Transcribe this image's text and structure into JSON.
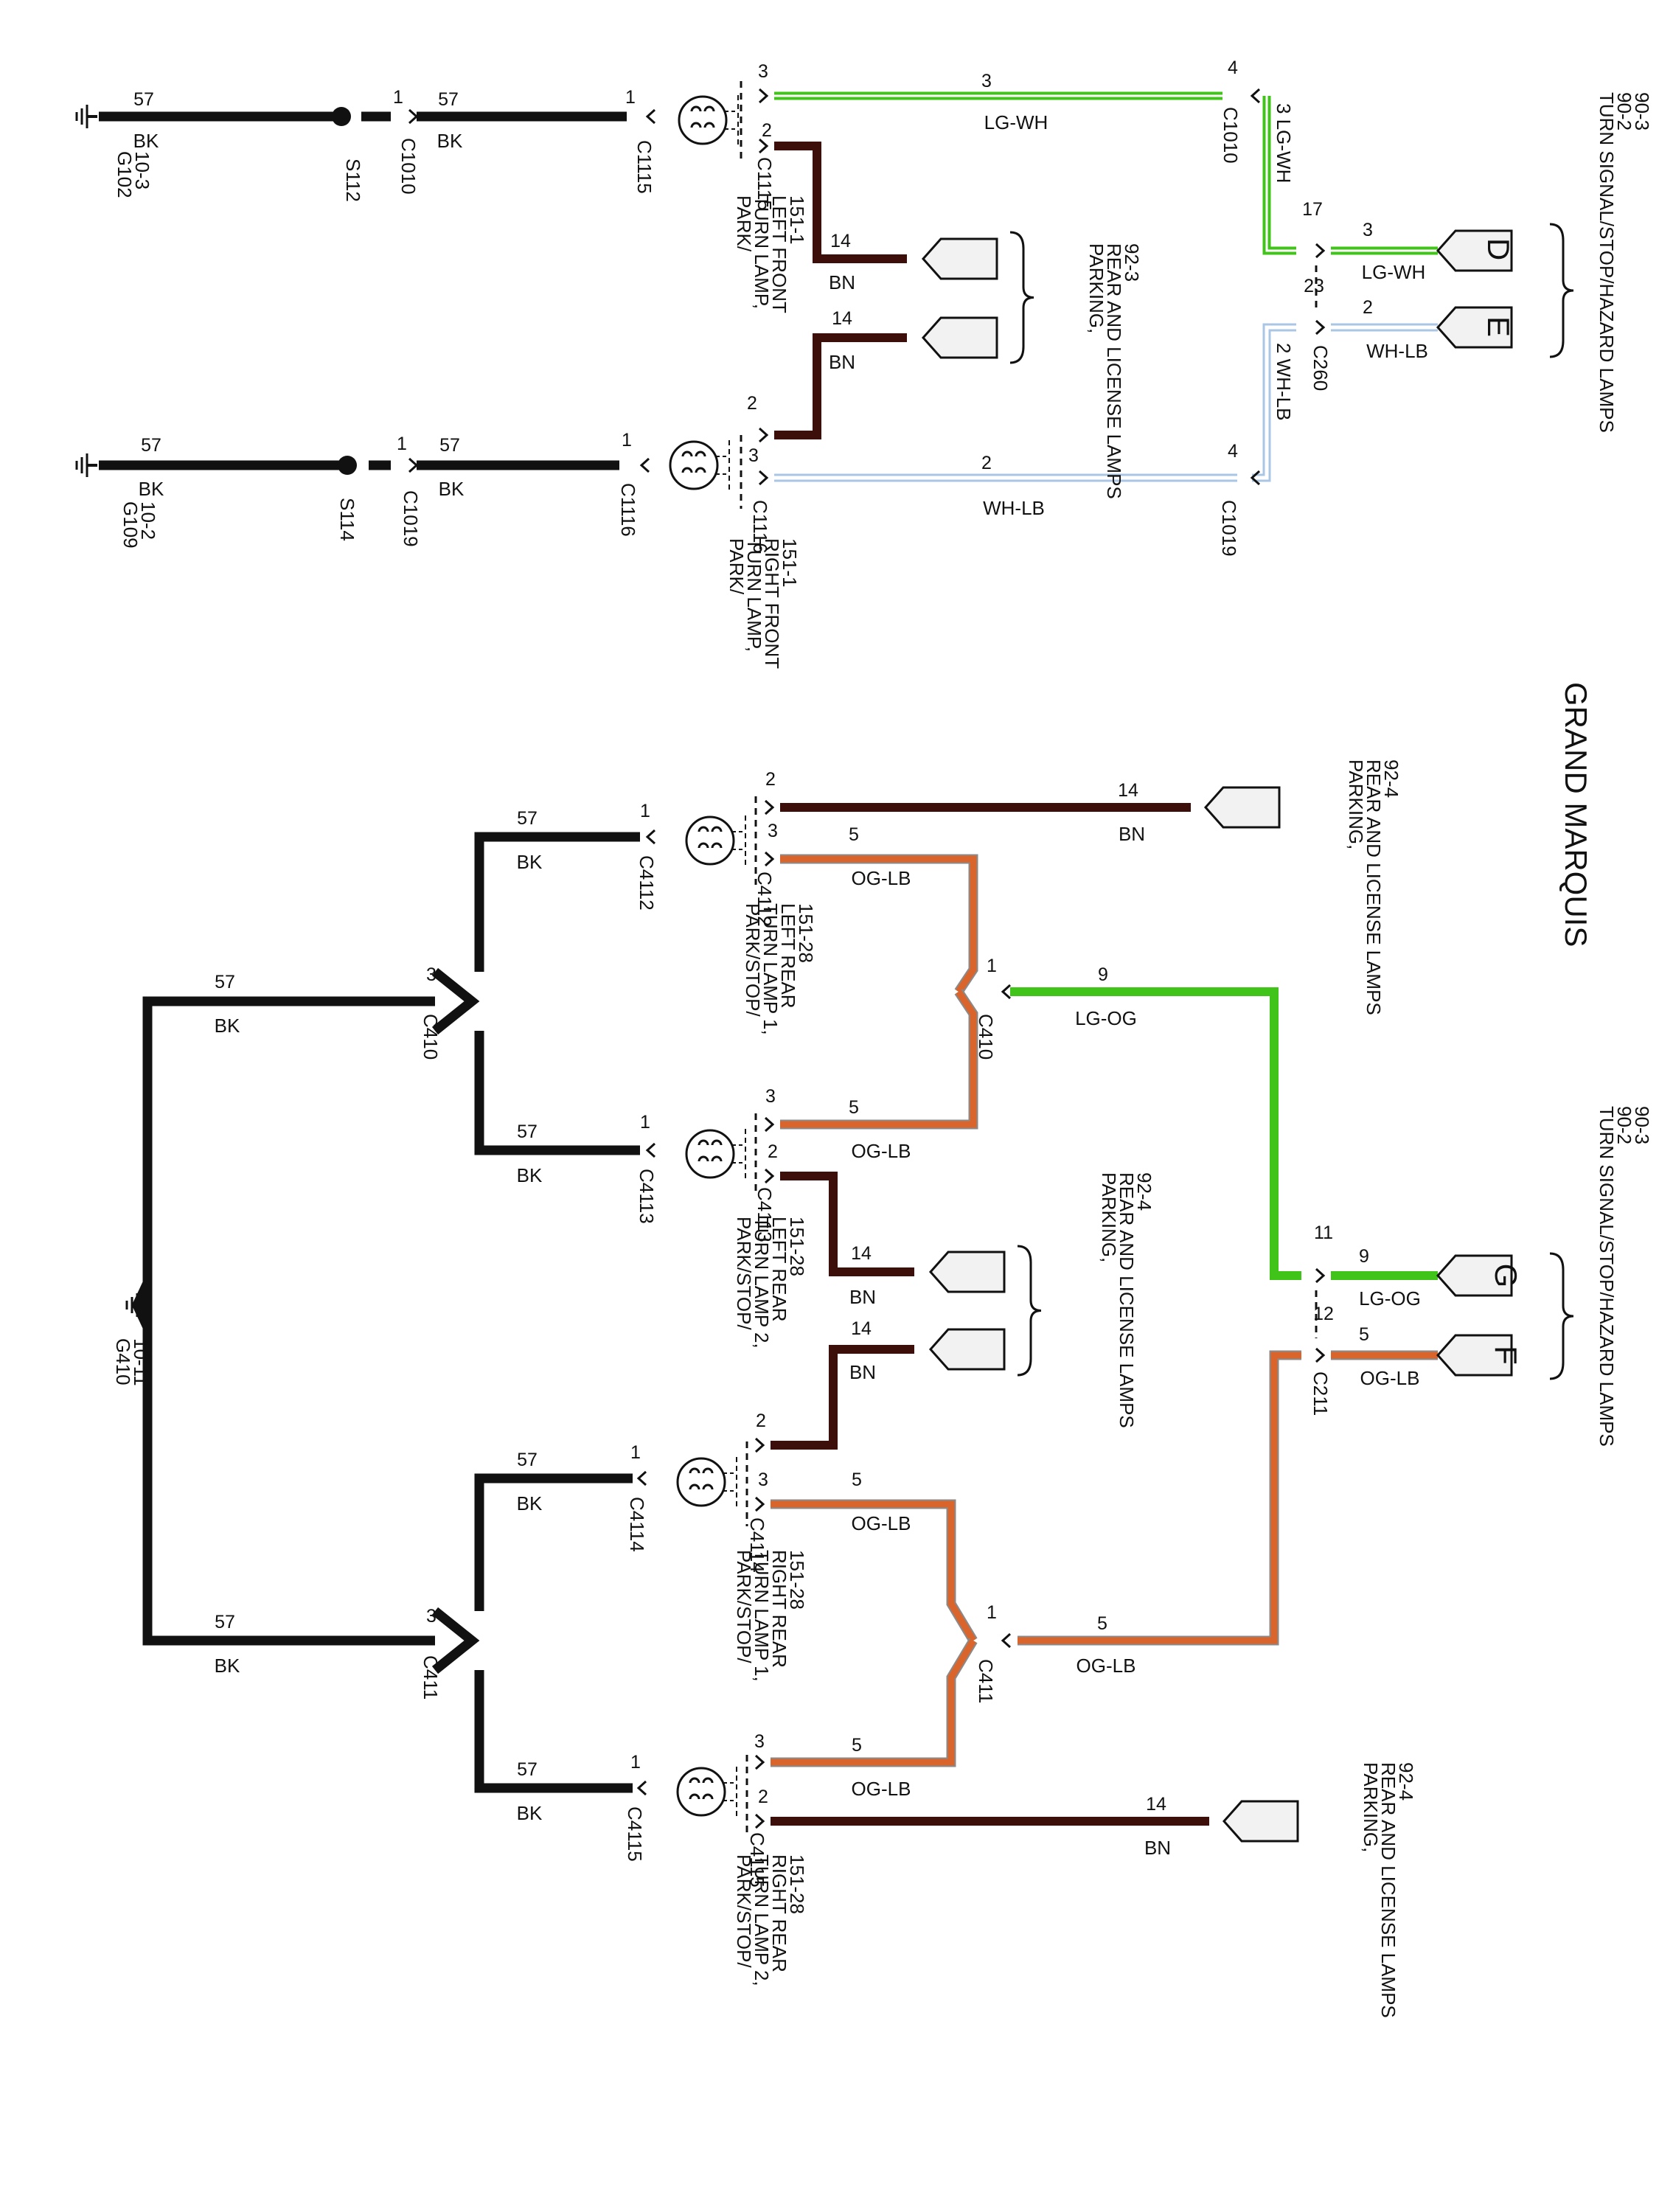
{
  "title": "GRAND MARQUIS",
  "colors": {
    "BK": "#111111",
    "BN": "#3d0f0b",
    "LG": "#41c419",
    "WH": "#ffffff",
    "LB": "#a9c6e4",
    "OG": "#d9652c",
    "OG_edge": "#8a8a8a"
  },
  "blocks": [
    {
      "id": "ref-tsh-front",
      "lines": [
        "TURN SIGNAL/STOP/HAZARD LAMPS",
        "90-2",
        "90-3"
      ]
    },
    {
      "id": "ref-park-front",
      "lines": [
        "PARKING,",
        "REAR AND LICENSE LAMPS",
        "92-3"
      ]
    },
    {
      "id": "ref-park-r1",
      "lines": [
        "PARKING,",
        "REAR AND LICENSE LAMPS",
        "92-4"
      ]
    },
    {
      "id": "ref-tsh-rear",
      "lines": [
        "TURN SIGNAL/STOP/HAZARD LAMPS",
        "90-2",
        "90-3"
      ]
    },
    {
      "id": "ref-park-r2",
      "lines": [
        "PARKING,",
        "REAR AND LICENSE LAMPS",
        "92-4"
      ]
    },
    {
      "id": "ref-park-r3",
      "lines": [
        "PARKING,",
        "REAR AND LICENSE LAMPS",
        "92-4"
      ]
    },
    {
      "id": "lamp-lf",
      "lines": [
        "PARK/",
        "TURN LAMP,",
        "LEFT FRONT",
        "151-1"
      ]
    },
    {
      "id": "lamp-rf",
      "lines": [
        "PARK/",
        "TURN LAMP,",
        "RIGHT FRONT",
        "151-1"
      ]
    },
    {
      "id": "lamp-lr1",
      "lines": [
        "PARK/STOP/",
        "TURN LAMP 1,",
        "LEFT REAR",
        "151-28"
      ]
    },
    {
      "id": "lamp-lr2",
      "lines": [
        "PARK/STOP/",
        "TURN LAMP 2,",
        "LEFT REAR",
        "151-28"
      ]
    },
    {
      "id": "lamp-rr1",
      "lines": [
        "PARK/STOP/",
        "TURN LAMP 1,",
        "RIGHT REAR",
        "151-28"
      ]
    },
    {
      "id": "lamp-rr2",
      "lines": [
        "PARK/STOP/",
        "TURN LAMP 2,",
        "RIGHT REAR",
        "151-28"
      ]
    },
    {
      "id": "g102",
      "lines": [
        "G102",
        "10-3"
      ]
    },
    {
      "id": "g109",
      "lines": [
        "G109",
        "10-2"
      ]
    },
    {
      "id": "g410",
      "lines": [
        "G410",
        "10-11"
      ]
    }
  ],
  "labels": [
    {
      "t": "57"
    },
    {
      "t": "BK"
    },
    {
      "t": "S112"
    },
    {
      "t": "1"
    },
    {
      "t": "C1010"
    },
    {
      "t": "57"
    },
    {
      "t": "BK"
    },
    {
      "t": "1"
    },
    {
      "t": "C1115"
    },
    {
      "t": "3"
    },
    {
      "t": "2"
    },
    {
      "t": "C1115"
    },
    {
      "t": "3"
    },
    {
      "t": "LG-WH"
    },
    {
      "t": "4"
    },
    {
      "t": "C1010"
    },
    {
      "t": "3 LG-WH"
    },
    {
      "t": "14"
    },
    {
      "t": "BN"
    },
    {
      "t": "14"
    },
    {
      "t": "BN"
    },
    {
      "t": "17"
    },
    {
      "t": "3"
    },
    {
      "t": "LG-WH"
    },
    {
      "t": "23"
    },
    {
      "t": "2"
    },
    {
      "t": "WH-LB"
    },
    {
      "t": "C260"
    },
    {
      "t": "2 WH-LB"
    },
    {
      "t": "D"
    },
    {
      "t": "E"
    },
    {
      "t": "57"
    },
    {
      "t": "BK"
    },
    {
      "t": "S114"
    },
    {
      "t": "1"
    },
    {
      "t": "C1019"
    },
    {
      "t": "57"
    },
    {
      "t": "BK"
    },
    {
      "t": "1"
    },
    {
      "t": "C1116"
    },
    {
      "t": "2"
    },
    {
      "t": "3"
    },
    {
      "t": "C1116"
    },
    {
      "t": "2"
    },
    {
      "t": "WH-LB"
    },
    {
      "t": "4"
    },
    {
      "t": "C1019"
    },
    {
      "t": "2"
    },
    {
      "t": "3"
    },
    {
      "t": "14"
    },
    {
      "t": "BN"
    },
    {
      "t": "5"
    },
    {
      "t": "OG-LB"
    },
    {
      "t": "1"
    },
    {
      "t": "C4112"
    },
    {
      "t": "C4112"
    },
    {
      "t": "57"
    },
    {
      "t": "BK"
    },
    {
      "t": "57"
    },
    {
      "t": "BK"
    },
    {
      "t": "3"
    },
    {
      "t": "C410"
    },
    {
      "t": "1"
    },
    {
      "t": "C410"
    },
    {
      "t": "9"
    },
    {
      "t": "LG-OG"
    },
    {
      "t": "3"
    },
    {
      "t": "2"
    },
    {
      "t": "5"
    },
    {
      "t": "OG-LB"
    },
    {
      "t": "1"
    },
    {
      "t": "C4113"
    },
    {
      "t": "C4113"
    },
    {
      "t": "57"
    },
    {
      "t": "BK"
    },
    {
      "t": "14"
    },
    {
      "t": "BN"
    },
    {
      "t": "11"
    },
    {
      "t": "9"
    },
    {
      "t": "LG-OG"
    },
    {
      "t": "G"
    },
    {
      "t": "12"
    },
    {
      "t": "5"
    },
    {
      "t": "OG-LB"
    },
    {
      "t": "F"
    },
    {
      "t": "C211"
    },
    {
      "t": "14"
    },
    {
      "t": "BN"
    },
    {
      "t": "2"
    },
    {
      "t": "3"
    },
    {
      "t": "5"
    },
    {
      "t": "OG-LB"
    },
    {
      "t": "1"
    },
    {
      "t": "C4114"
    },
    {
      "t": "C4114"
    },
    {
      "t": "57"
    },
    {
      "t": "BK"
    },
    {
      "t": "57"
    },
    {
      "t": "BK"
    },
    {
      "t": "3"
    },
    {
      "t": "C411"
    },
    {
      "t": "1"
    },
    {
      "t": "C411"
    },
    {
      "t": "5"
    },
    {
      "t": "OG-LB"
    },
    {
      "t": "3"
    },
    {
      "t": "2"
    },
    {
      "t": "5"
    },
    {
      "t": "OG-LB"
    },
    {
      "t": "1"
    },
    {
      "t": "C4115"
    },
    {
      "t": "C4115"
    },
    {
      "t": "57"
    },
    {
      "t": "BK"
    },
    {
      "t": "14"
    },
    {
      "t": "BN"
    }
  ]
}
